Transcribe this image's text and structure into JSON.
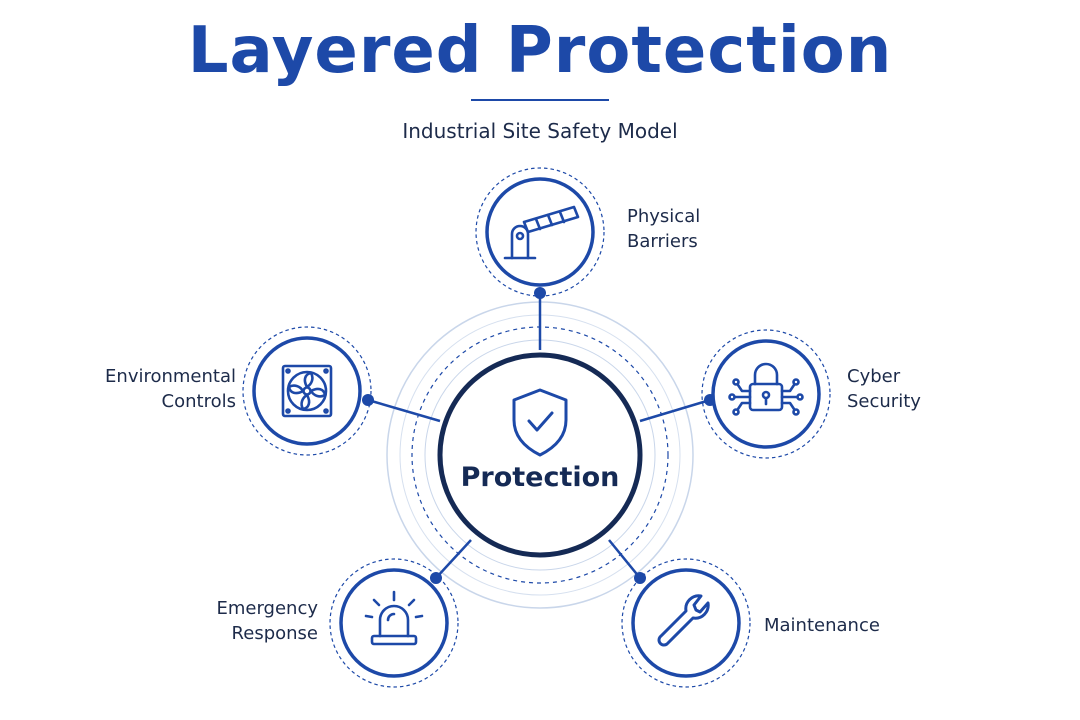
{
  "title": "Layered Protection",
  "subtitle": "Industrial Site Safety Model",
  "colors": {
    "primary": "#1d49a8",
    "navy": "#152a55",
    "ring_light": "#c9d6ea",
    "text": "#1d2b4a"
  },
  "center": {
    "label": "Protection",
    "icon": "shield-check-icon"
  },
  "nodes": [
    {
      "id": "physical-barriers",
      "label": "Physical\nBarriers",
      "icon": "barrier-gate-icon"
    },
    {
      "id": "cyber-security",
      "label": "Cyber\nSecurity",
      "icon": "circuit-lock-icon"
    },
    {
      "id": "maintenance",
      "label": "Maintenance",
      "icon": "wrench-icon"
    },
    {
      "id": "emergency-response",
      "label": "Emergency\nResponse",
      "icon": "siren-icon"
    },
    {
      "id": "environmental-controls",
      "label": "Environmental\nControls",
      "icon": "ventilation-fan-icon"
    }
  ]
}
